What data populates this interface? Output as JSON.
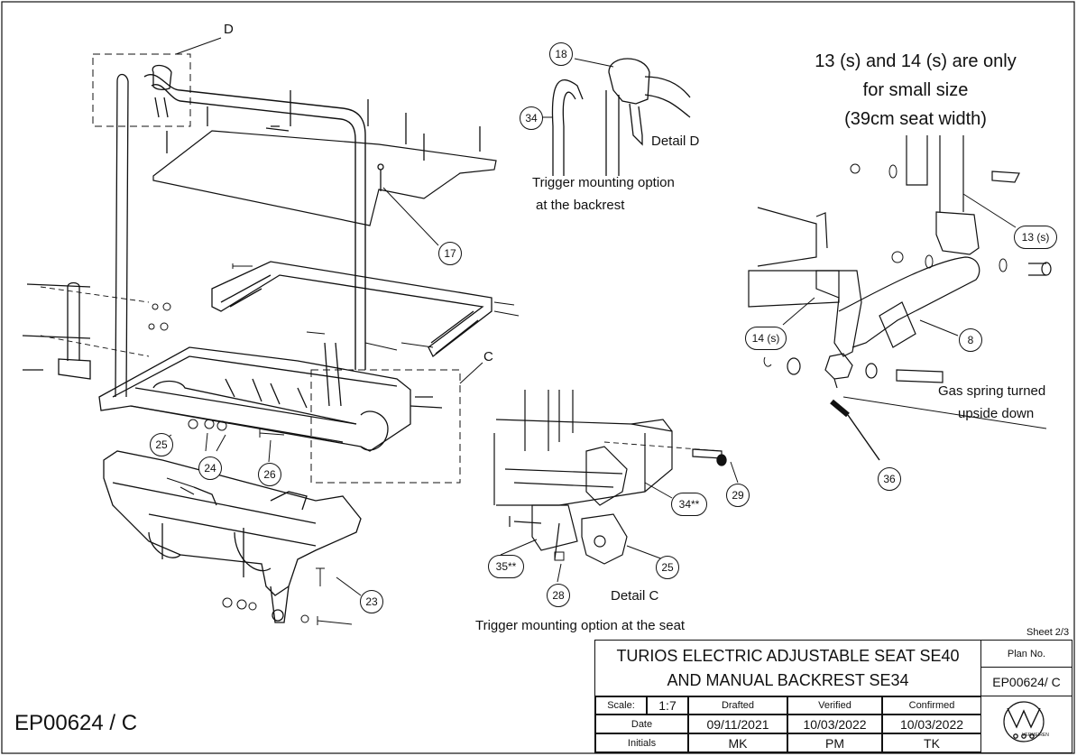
{
  "callouts": {
    "d_label": "D",
    "c_label": "C",
    "n18": "18",
    "n34": "34",
    "n17": "17",
    "n13s": "13 (s)",
    "n14s": "14 (s)",
    "n8": "8",
    "n36": "36",
    "n25a": "25",
    "n24": "24",
    "n26": "26",
    "n23": "23",
    "n34ss": "34**",
    "n29": "29",
    "n35ss": "35**",
    "n28": "28",
    "n25b": "25"
  },
  "texts": {
    "detail_d": "Detail D",
    "trigger_backrest_1": "Trigger mounting option",
    "trigger_backrest_2": "at the backrest",
    "note_line1": "13 (s) and 14 (s) are only",
    "note_line2": "for small size",
    "note_line3": "(39cm seat width)",
    "gas_spring_1": "Gas spring turned",
    "gas_spring_2": "upside down",
    "detail_c": "Detail C",
    "trigger_seat": "Trigger mounting option at the seat",
    "sheet": "Sheet 2/3",
    "doc_number_big": "EP00624 / C"
  },
  "title_block": {
    "title_line1": "TURIOS ELECTRIC ADJUSTABLE SEAT SE40",
    "title_line2": "AND MANUAL BACKREST SE34",
    "plan_no_label": "Plan No.",
    "plan_no": "EP00624/ C",
    "scale_label": "Scale:",
    "scale_value": "1:7",
    "col_drafted": "Drafted",
    "col_verified": "Verified",
    "col_confirmed": "Confirmed",
    "date_label": "Date",
    "date_drafted": "09/11/2021",
    "date_verified": "10/03/2022",
    "date_confirmed": "10/03/2022",
    "initials_label": "Initials",
    "initials_drafted": "MK",
    "initials_verified": "PM",
    "initials_confirmed": "TK",
    "logo_text": "VERMEIREN"
  }
}
